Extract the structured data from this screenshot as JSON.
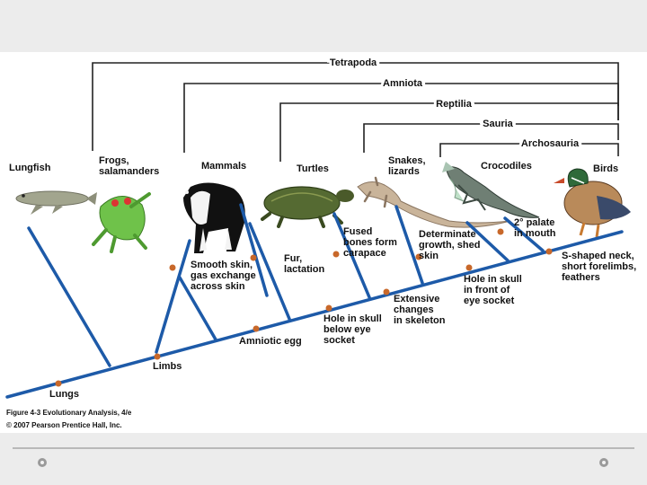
{
  "clades": [
    "Tetrapoda",
    "Amniota",
    "Reptilia",
    "Sauria",
    "Archosauria"
  ],
  "taxa": [
    "Lungfish",
    "Frogs,\nsalamanders",
    "Mammals",
    "Turtles",
    "Snakes,\nlizards",
    "Crocodiles",
    "Birds"
  ],
  "traits": {
    "lungs": "Lungs",
    "limbs": "Limbs",
    "smooth_skin": "Smooth skin,\ngas exchange\nacross skin",
    "amniotic_egg": "Amniotic egg",
    "fur": "Fur,\nlactation",
    "hole_below_eye": "Hole in skull\nbelow eye\nsocket",
    "carapace": "Fused\nbones form\ncarapace",
    "skeleton": "Extensive\nchanges\nin skeleton",
    "growth": "Determinate\ngrowth, shed\nskin",
    "hole_front_eye": "Hole in skull\nin front of\neye socket",
    "palate": "2° palate\nin mouth",
    "bird_traits": "S-shaped neck,\nshort forelimbs,\nfeathers"
  },
  "caption": {
    "line1": "Figure 4-3  Evolutionary Analysis, 4/e",
    "line2": "© 2007 Pearson Prentice Hall, Inc."
  },
  "icons": [
    "lungfish-icon",
    "frog-icon",
    "dog-icon",
    "turtle-icon",
    "lizard-icon",
    "crocodile-icon",
    "duck-icon"
  ],
  "colors": {
    "tree_line": "#1d5aa8",
    "trait_dot": "#c8682a",
    "bracket": "#222222",
    "background": "#ececec"
  }
}
